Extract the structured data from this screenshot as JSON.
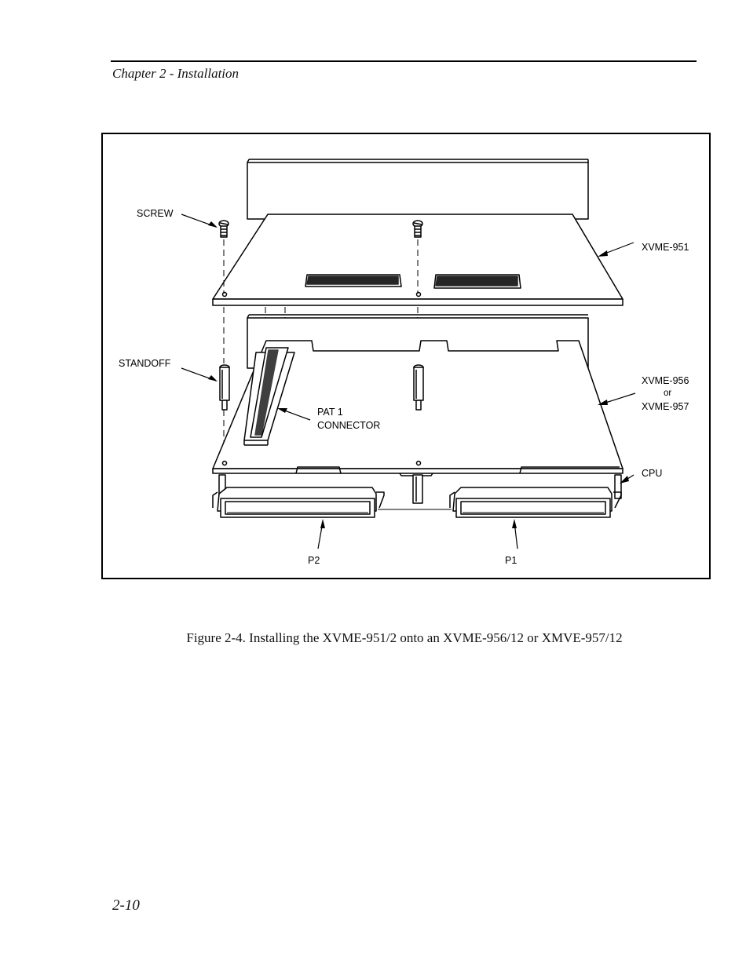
{
  "header": {
    "chapter_title": "Chapter 2 - Installation"
  },
  "figure": {
    "labels": {
      "screw": "SCREW",
      "standoff": "STANDOFF",
      "xvme951": "XVME-951",
      "xvme956": "XVME-956",
      "or": "or",
      "xvme957": "XVME-957",
      "cpu": "CPU",
      "pat1": "PAT 1",
      "connector": "CONNECTOR",
      "p2": "P2",
      "p1": "P1"
    },
    "caption": "Figure 2-4.  Installing the XVME-951/2 onto an XVME-956/12 or XMVE-957/12"
  },
  "footer": {
    "page_number": "2-10"
  }
}
